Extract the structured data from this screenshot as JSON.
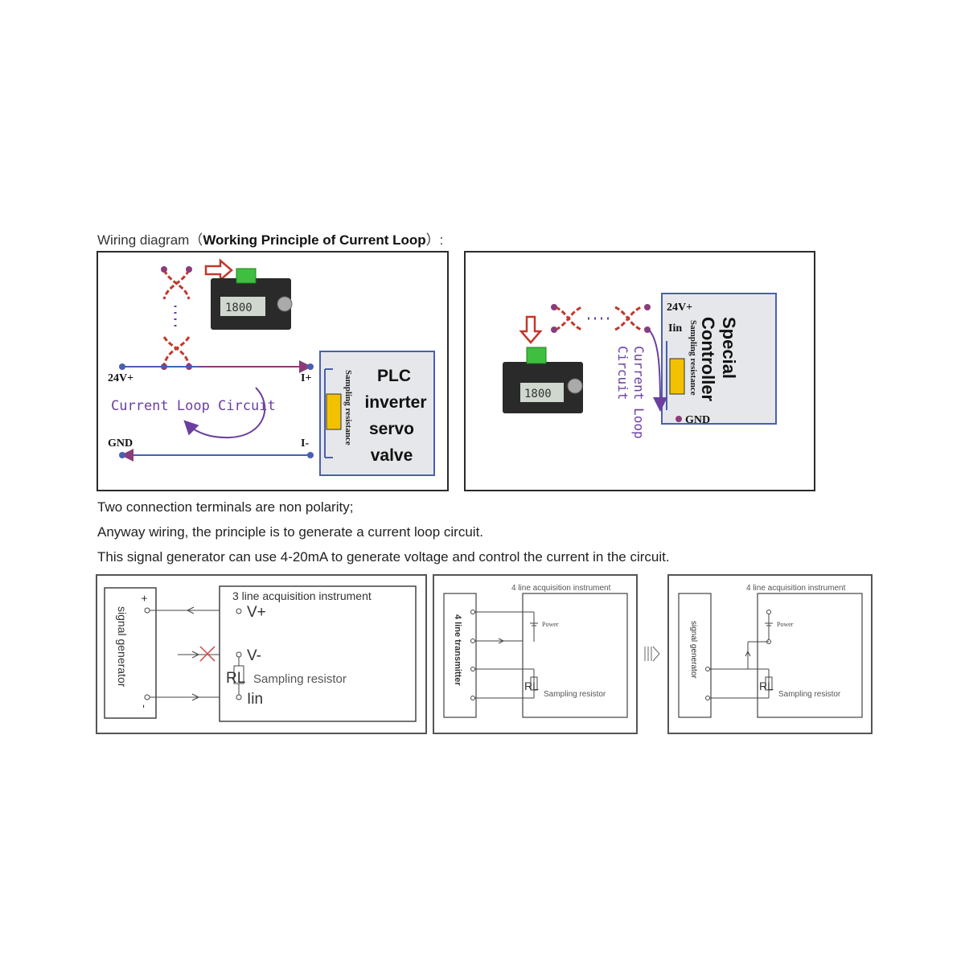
{
  "heading": {
    "prefix": "Wiring diagram（",
    "bold": "Working Principle of Current Loop",
    "suffix": "）:"
  },
  "panel_left": {
    "v24": "24V+",
    "gnd": "GND",
    "iplus": "I+",
    "iminus": "I-",
    "loop_label": "Current Loop Circuit",
    "sampling": "Sampling resistance",
    "device_lines": [
      "PLC",
      "inverter",
      "servo",
      "valve"
    ],
    "display": "1800"
  },
  "panel_right": {
    "v24": "24V+",
    "iin": "Iin",
    "gnd": "GND",
    "sampling": "Sampling resistance",
    "controller_lines": [
      "Special",
      "Controller"
    ],
    "loop_lines": [
      "Current Loop",
      "Circuit"
    ],
    "display": "1800"
  },
  "notes": [
    "Two connection terminals are non polarity;",
    "Anyway wiring, the principle is to generate a current loop circuit.",
    "This signal generator can use 4-20mA to generate voltage and control the current in the circuit."
  ],
  "diagram1": {
    "generator": "signal generator",
    "plus": "+",
    "minus": "-",
    "instrument": "3 line acquisition instrument",
    "vplus": "V+",
    "vminus": "V-",
    "rl": "RL",
    "sampling": "Sampling resistor",
    "iin": "Iin"
  },
  "diagram2": {
    "transmitter": "4 line transmitter",
    "instrument": "4 line acquisition instrument",
    "power": "Power",
    "rl": "RL",
    "sampling": "Sampling resistor"
  },
  "diagram3": {
    "generator": "signal generator",
    "instrument": "4 line acquisition instrument",
    "power": "Power",
    "rl": "RL",
    "sampling": "Sampling resistor"
  },
  "colors": {
    "loop": "#6a3fa0",
    "arrow_red": "#c0392b",
    "wire_blue": "#4a5fb0",
    "resistor": "#f2c200",
    "device_box": "#e6e7ea",
    "terminal_green": "#3fbf3f"
  },
  "icons": [
    "cross-icon",
    "arrow-icon",
    "resistor-icon",
    "display-module-icon",
    "implies-arrow-icon"
  ]
}
